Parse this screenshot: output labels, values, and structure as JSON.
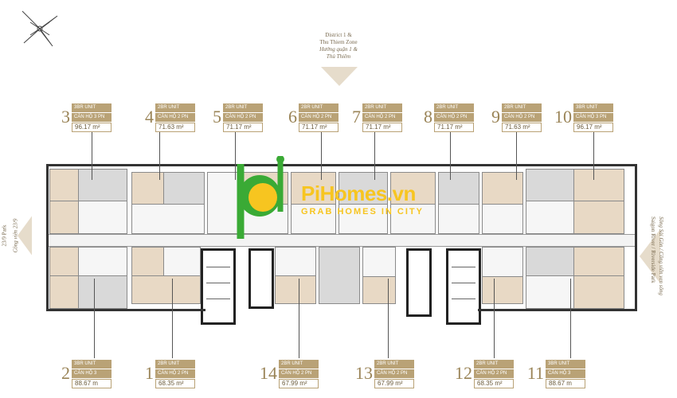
{
  "compass": {
    "icon": "compass-rose-icon"
  },
  "top_label": {
    "line1": "District 1 &",
    "line2": "Thu Thiem Zone",
    "line3": "Hướng quận 1 &",
    "line4": "Thủ Thiêm"
  },
  "left_label": {
    "line1": "23/9 Park",
    "line2": "Công viên 23/9"
  },
  "right_label": {
    "line1": "Saigon River / Riverside Park",
    "line2": "Sông Sài Gòn / Công viên ven sông"
  },
  "watermark": {
    "brand": "PiHomes.vn",
    "tagline": "GRAB HOMES IN CITY"
  },
  "units_top": [
    {
      "num": "3",
      "type": "3BR UNIT",
      "vn": "CĂN HỘ 3 PN",
      "area": "96.17 m²"
    },
    {
      "num": "4",
      "type": "2BR UNIT",
      "vn": "CĂN HỘ 2 PN",
      "area": "71.63 m²"
    },
    {
      "num": "5",
      "type": "2BR UNIT",
      "vn": "CĂN HỘ 2 PN",
      "area": "71.17 m²"
    },
    {
      "num": "6",
      "type": "2BR UNIT",
      "vn": "CĂN HỘ 2 PN",
      "area": "71.17 m²"
    },
    {
      "num": "7",
      "type": "2BR UNIT",
      "vn": "CĂN HỘ 2 PN",
      "area": "71.17 m²"
    },
    {
      "num": "8",
      "type": "2BR UNIT",
      "vn": "CĂN HỘ 2 PN",
      "area": "71.17 m²"
    },
    {
      "num": "9",
      "type": "2BR UNIT",
      "vn": "CĂN HỘ 2 PN",
      "area": "71.63 m²"
    },
    {
      "num": "10",
      "type": "3BR UNIT",
      "vn": "CĂN HỘ 3 PN",
      "area": "96.17 m²"
    }
  ],
  "units_bottom": [
    {
      "num": "2",
      "type": "3BR UNIT",
      "vn": "CĂN HỘ 3",
      "area": "88.67 m"
    },
    {
      "num": "1",
      "type": "2BR UNIT",
      "vn": "CĂN HỘ 2 PN",
      "area": "68.35 m²"
    },
    {
      "num": "14",
      "type": "2BR UNIT",
      "vn": "CĂN HỘ 2 PN",
      "area": "67.99 m²"
    },
    {
      "num": "13",
      "type": "2BR UNIT",
      "vn": "CĂN HỘ 2 PN",
      "area": "67.99 m²"
    },
    {
      "num": "12",
      "type": "2BR UNIT",
      "vn": "CĂN HỘ 2 PN",
      "area": "68.35 m²"
    },
    {
      "num": "11",
      "type": "3BR UNIT",
      "vn": "CĂN HỘ 3",
      "area": "88.67 m"
    }
  ]
}
